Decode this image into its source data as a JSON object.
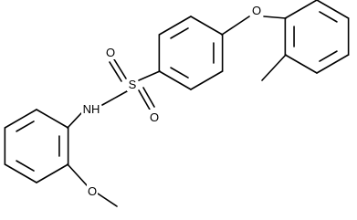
{
  "molecule": {
    "atoms": {
      "oxygen_ether": "O",
      "sulfur": "S",
      "sulfonyl_oxygen_top": "O",
      "sulfonyl_oxygen_bottom": "O",
      "amide_nitrogen": "NH",
      "methoxy_oxygen": "O"
    }
  },
  "colors": {
    "ink": "#000000",
    "background": "#ffffff"
  }
}
